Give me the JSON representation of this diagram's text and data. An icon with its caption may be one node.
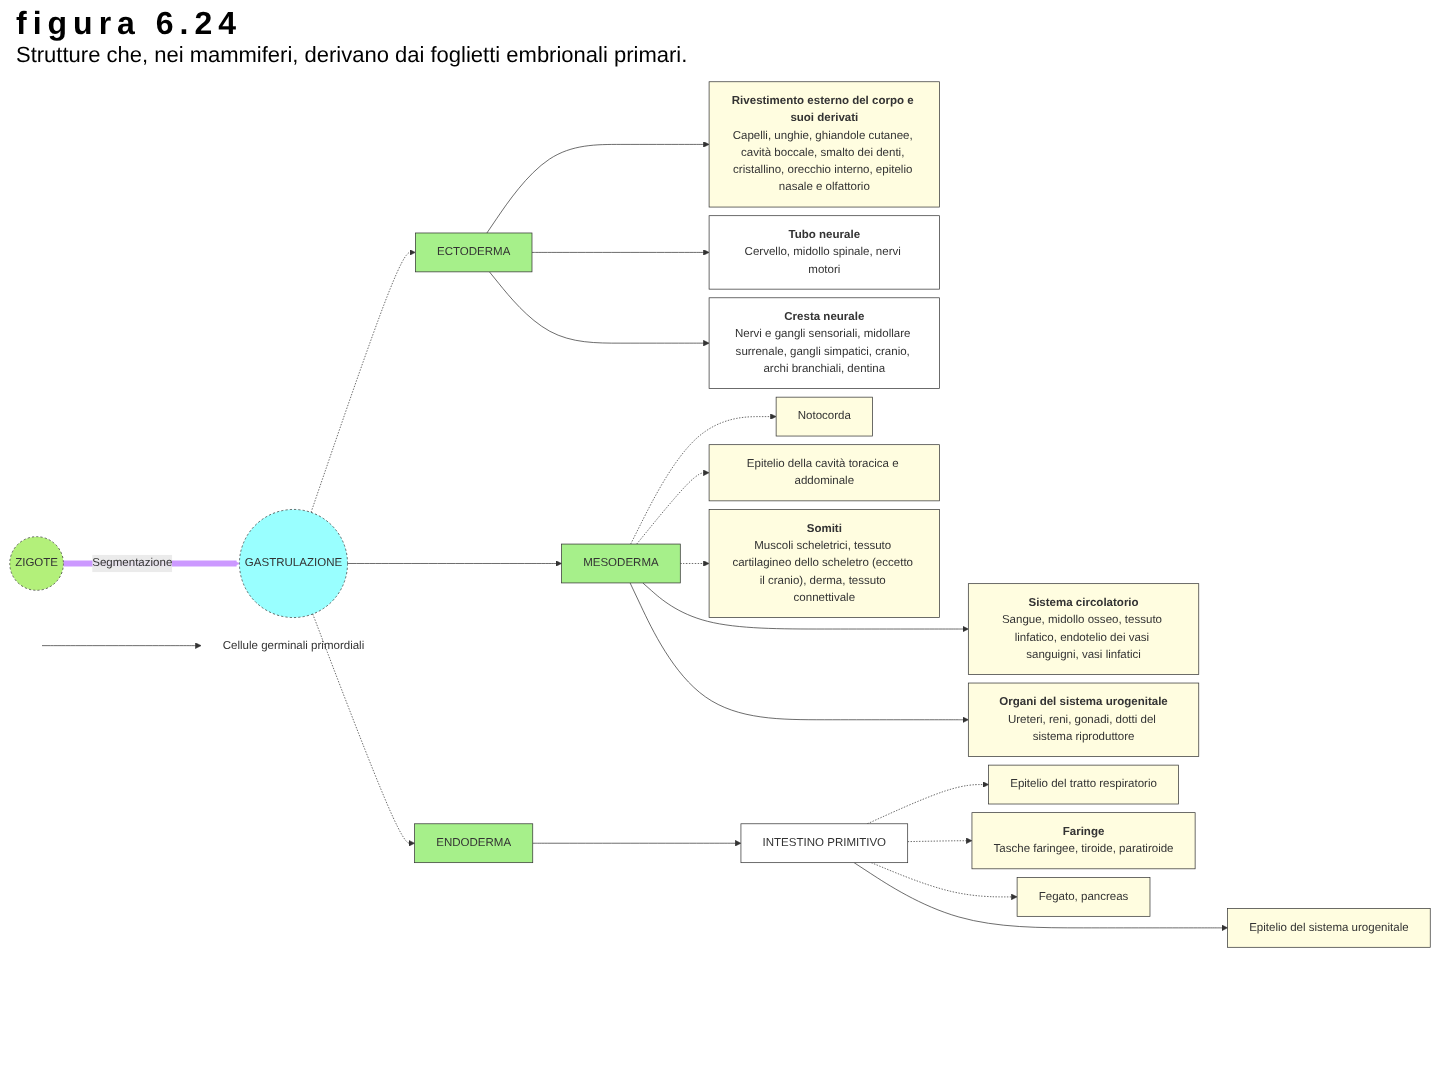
{
  "diagram": {
    "title": "figura 6.24",
    "caption": "Strutture che, nei mammiferi, derivano dai foglietti embrionali primari.",
    "nodes": [
      {
        "text": [
          "ZIGOTE"
        ]
      },
      {
        "text": [
          "GASTRULAZIONE"
        ]
      },
      {
        "text": [
          "Cellule germinali primordiali"
        ]
      },
      {
        "text": [
          "ECTODERMA"
        ]
      },
      {
        "text": [
          "MESODERMA"
        ]
      },
      {
        "text": [
          "ENDODERMA"
        ]
      },
      {
        "text": [
          "Rivestimento esterno del corpo e suoi derivati",
          "Capelli, unghie, ghiandole cutanee, cavità boccale, smalto dei denti, cristallino, orecchio interno, epitelio nasale e olfattorio"
        ]
      },
      {
        "text": [
          "Tubo neurale",
          "Cervello, midollo spinale, nervi motori"
        ]
      },
      {
        "text": [
          "Cresta neurale",
          "Nervi e gangli sensoriali, midollare surrenale, gangli simpatici, cranio, archi branchiali, dentina"
        ]
      },
      {
        "text": [
          "Notocorda"
        ]
      },
      {
        "text": [
          "Epitelio della cavità toracica e addominale"
        ]
      },
      {
        "text": [
          "Sistema circolatorio",
          "Sangue, midollo osseo, tessuto linfatico, endotelio dei vasi sanguigni, vasi linfatici"
        ]
      },
      {
        "text": [
          "Somiti",
          "Muscoli scheletrici, tessuto cartilagineo dello scheletro (eccetto il cranio), derma, tessuto connettivale"
        ]
      },
      {
        "text": [
          "Organi del sistema urogenitale",
          "Ureteri, reni, gonadi, dotti del sistema riproduttore"
        ]
      },
      {
        "text": [
          "INTESTINO PRIMITIVO"
        ]
      },
      {
        "text": [
          "Epitelio del tratto respiratorio"
        ]
      },
      {
        "text": [
          "Faringe",
          "Tasche faringee, tiroide, paratiroide"
        ]
      },
      {
        "text": [
          "Fegato, pancreas"
        ]
      },
      {
        "text": [
          "Epitelio del sistema urogenitale"
        ]
      }
    ],
    "edges": [
      {
        "from": 0,
        "to": 1,
        "arrow": "to",
        "label": "Segmentazione",
        "style": "thick",
        "color": "#cc99ff"
      },
      {
        "from": null,
        "to": 2,
        "arrow": "to"
      },
      {
        "from": 1,
        "to": 3,
        "arrow": "to",
        "style": "dashed"
      },
      {
        "from": 1,
        "to": 4,
        "arrow": "to"
      },
      {
        "from": 1,
        "to": 5,
        "arrow": "to",
        "style": "dashed"
      },
      {
        "from": 3,
        "to": 6,
        "arrow": "to"
      },
      {
        "from": 3,
        "to": 7,
        "arrow": "to"
      },
      {
        "from": 3,
        "to": 8,
        "arrow": "to"
      },
      {
        "from": 4,
        "to": 9,
        "arrow": "to",
        "style": "dashed"
      },
      {
        "from": 4,
        "to": 10,
        "arrow": "to",
        "style": "dashed"
      },
      {
        "from": 4,
        "to": 11,
        "arrow": "to"
      },
      {
        "from": 4,
        "to": 12,
        "arrow": "to",
        "style": "dashed"
      },
      {
        "from": 4,
        "to": 13,
        "arrow": "to"
      },
      {
        "from": 5,
        "to": 14,
        "arrow": "to"
      },
      {
        "from": 14,
        "to": 15,
        "arrow": "to",
        "style": "dashed"
      },
      {
        "from": 14,
        "to": 16,
        "arrow": "to",
        "style": "dashed"
      },
      {
        "from": 14,
        "to": 17,
        "arrow": "to",
        "style": "dashed"
      },
      {
        "from": 14,
        "to": 18,
        "arrow": "to"
      }
    ]
  }
}
